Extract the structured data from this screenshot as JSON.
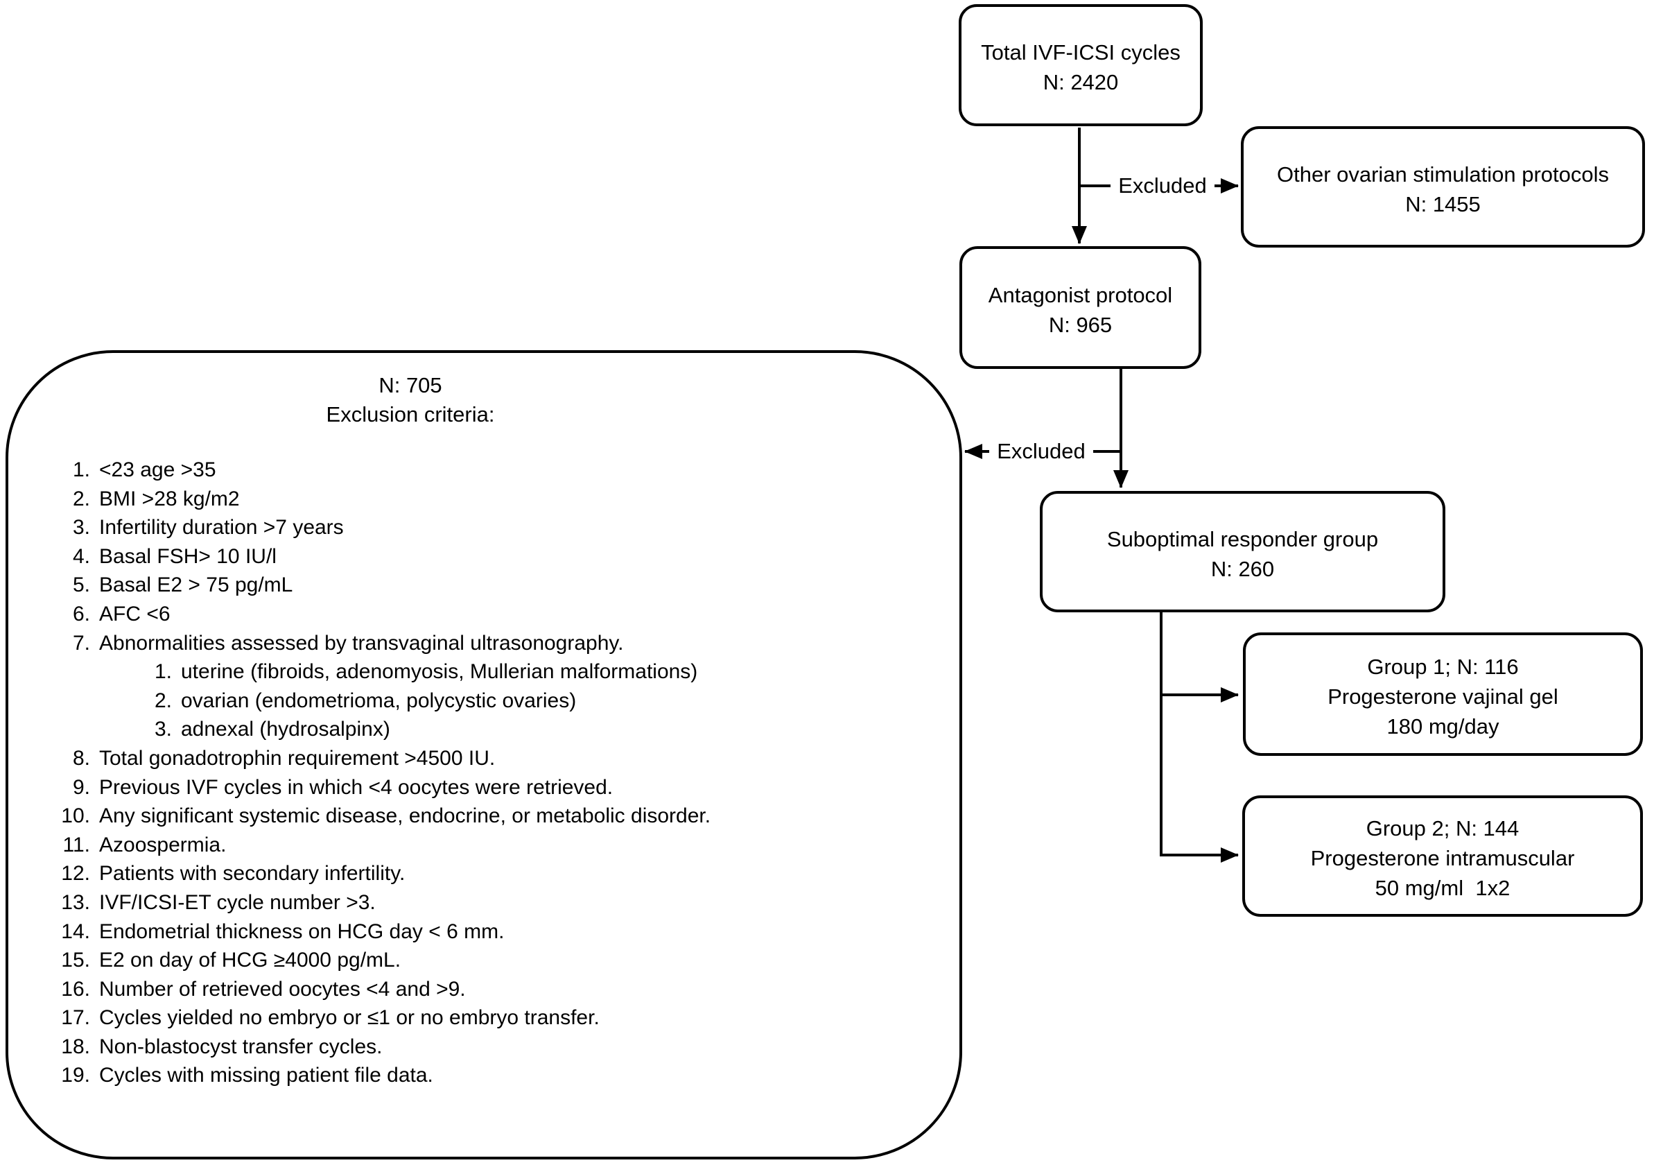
{
  "diagram": {
    "background": "#ffffff",
    "line_color": "#000000",
    "nodes": {
      "total": {
        "lines": [
          "Total IVF-ICSI cycles",
          "N: 2420"
        ]
      },
      "other": {
        "lines": [
          "Other ovarian stimulation protocols",
          "N: 1455"
        ]
      },
      "antagonist": {
        "lines": [
          "Antagonist protocol",
          "N: 965"
        ]
      },
      "suboptimal": {
        "lines": [
          "Suboptimal responder group",
          "N: 260"
        ]
      },
      "group1": {
        "lines": [
          "Group 1; N: 116",
          "Progesterone vajinal gel",
          "180 mg/day"
        ]
      },
      "group2": {
        "lines": [
          "Group 2; N: 144",
          "Progesterone intramuscular",
          "50 mg/ml  1x2"
        ]
      }
    },
    "edge_labels": {
      "excluded_top": "Excluded",
      "excluded_left": "Excluded"
    },
    "exclusion_box": {
      "n_label": "N: 705",
      "title": "Exclusion criteria:",
      "items": [
        {
          "n": "1.",
          "t": "<23 age >35",
          "sub": false
        },
        {
          "n": "2.",
          "t": "BMI >28 kg/m2",
          "sub": false
        },
        {
          "n": "3.",
          "t": "Infertility duration >7 years",
          "sub": false
        },
        {
          "n": "4.",
          "t": "Basal FSH> 10 IU/l",
          "sub": false
        },
        {
          "n": "5.",
          "t": "Basal E2 > 75 pg/mL",
          "sub": false
        },
        {
          "n": "6.",
          "t": "AFC <6",
          "sub": false
        },
        {
          "n": "7.",
          "t": "Abnormalities assessed by transvaginal ultrasonography.",
          "sub": false
        },
        {
          "n": "1.",
          "t": "uterine (fibroids, adenomyosis, Mullerian malformations)",
          "sub": true
        },
        {
          "n": "2.",
          "t": "ovarian (endometrioma, polycystic ovaries)",
          "sub": true
        },
        {
          "n": "3.",
          "t": "adnexal (hydrosalpinx)",
          "sub": true
        },
        {
          "n": "8.",
          "t": "Total gonadotrophin requirement >4500 IU.",
          "sub": false
        },
        {
          "n": "9.",
          "t": "Previous IVF cycles in which <4 oocytes were retrieved.",
          "sub": false
        },
        {
          "n": "10.",
          "t": "Any significant systemic disease, endocrine, or metabolic disorder.",
          "sub": false
        },
        {
          "n": "11.",
          "t": "Azoospermia.",
          "sub": false
        },
        {
          "n": "12.",
          "t": "Patients with secondary infertility.",
          "sub": false
        },
        {
          "n": "13.",
          "t": "IVF/ICSI-ET cycle number >3.",
          "sub": false
        },
        {
          "n": "14.",
          "t": "Endometrial thickness on HCG day < 6 mm.",
          "sub": false
        },
        {
          "n": "15.",
          "t": "E2 on day of HCG ≥4000 pg/mL.",
          "sub": false
        },
        {
          "n": "16.",
          "t": "Number of retrieved oocytes <4 and >9.",
          "sub": false
        },
        {
          "n": "17.",
          "t": "Cycles yielded no embryo or ≤1 or no embryo transfer.",
          "sub": false
        },
        {
          "n": "18.",
          "t": "Non-blastocyst transfer cycles.",
          "sub": false
        },
        {
          "n": "19.",
          "t": "Cycles with missing patient file data.",
          "sub": false
        }
      ]
    }
  }
}
